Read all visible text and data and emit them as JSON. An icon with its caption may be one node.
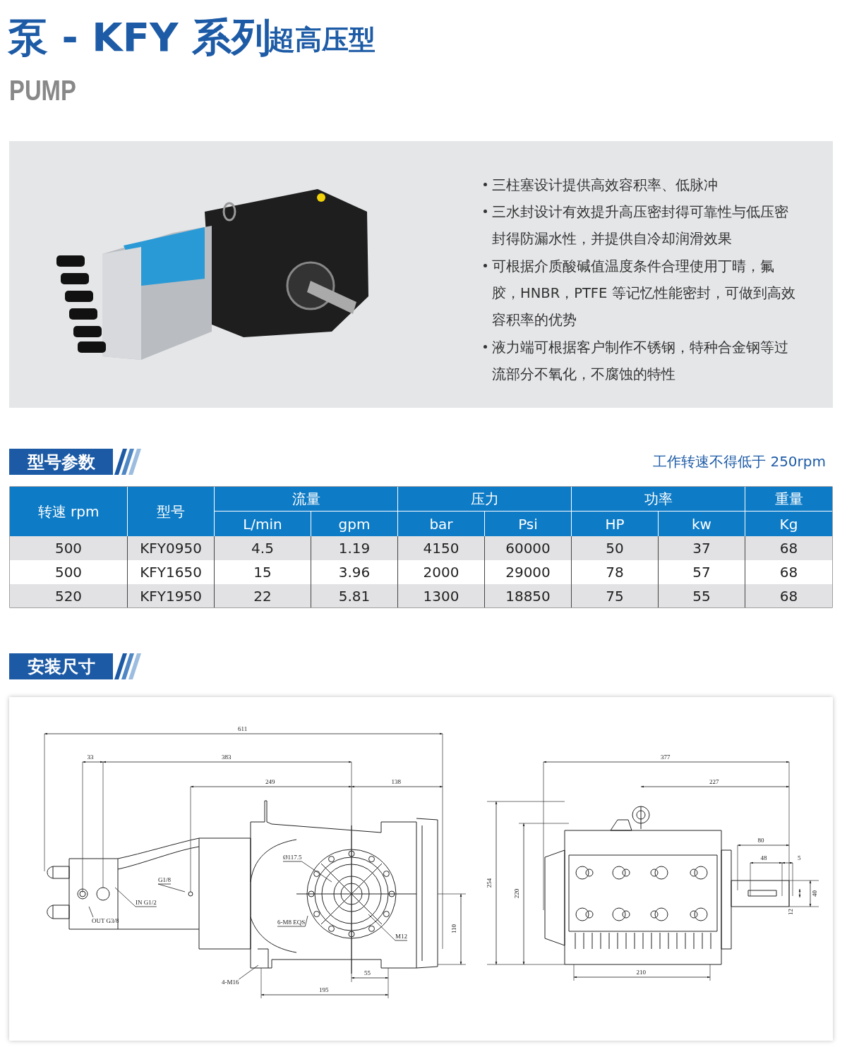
{
  "diagram": {
    "title": "泵 - KFY 系列",
    "nodes": [
      {
        "text": [
          "型号参数"
        ]
      },
      {
        "text": [
          "安装尺寸"
        ]
      },
      {
        "text": [
          "G1/8"
        ]
      },
      {
        "text": [
          "IN G1/2"
        ]
      },
      {
        "text": [
          "OUT G3/8"
        ]
      },
      {
        "text": [
          "Ø117.5"
        ]
      },
      {
        "text": [
          "6-M8 EQS"
        ]
      },
      {
        "text": [
          "M12"
        ]
      },
      {
        "text": [
          "4-M16"
        ]
      }
    ],
    "edges": [
      {
        "from": 2,
        "to": null,
        "arrow": "none"
      },
      {
        "from": 3,
        "to": null,
        "arrow": "none"
      },
      {
        "from": 4,
        "to": null,
        "arrow": "none"
      },
      {
        "from": 5,
        "to": null,
        "arrow": "none"
      },
      {
        "from": 6,
        "to": null,
        "arrow": "none"
      },
      {
        "from": 7,
        "to": null,
        "arrow": "none"
      },
      {
        "from": 8,
        "to": null,
        "arrow": "none"
      }
    ],
    "labels": [
      "超高压型",
      "PUMP",
      "三柱塞设计提供高效容积率、低脉冲",
      "三水封设计有效提升高压密封得可靠性与低压密封得防漏水性，并提供自冷却润滑效果",
      "可根据介质酸碱值温度条件合理使用丁晴，氟胶，HNBR，PTFE 等记忆性能密封，可做到高效容积率的优势",
      "液力端可根据客户制作不锈钢，特种合金钢等过流部分不氧化，不腐蚀的特性",
      "工作转速不得低于 250rpm",
      "转速 rpm",
      "型号",
      "流量",
      "压力",
      "功率",
      "重量",
      "L/min",
      "gpm",
      "bar",
      "Psi",
      "HP",
      "kw",
      "Kg",
      "500",
      "KFY0950",
      "4.5",
      "1.19",
      "4150",
      "60000",
      "50",
      "37",
      "68",
      "500",
      "KFY1650",
      "15",
      "3.96",
      "2000",
      "29000",
      "78",
      "57",
      "68",
      "520",
      "KFY1950",
      "22",
      "5.81",
      "1300",
      "18850",
      "75",
      "55",
      "68",
      "611",
      "33",
      "383",
      "249",
      "138",
      "110",
      "55",
      "195",
      "377",
      "227",
      "80",
      "48",
      "5",
      "40",
      "12",
      "254",
      "220",
      "210"
    ]
  }
}
